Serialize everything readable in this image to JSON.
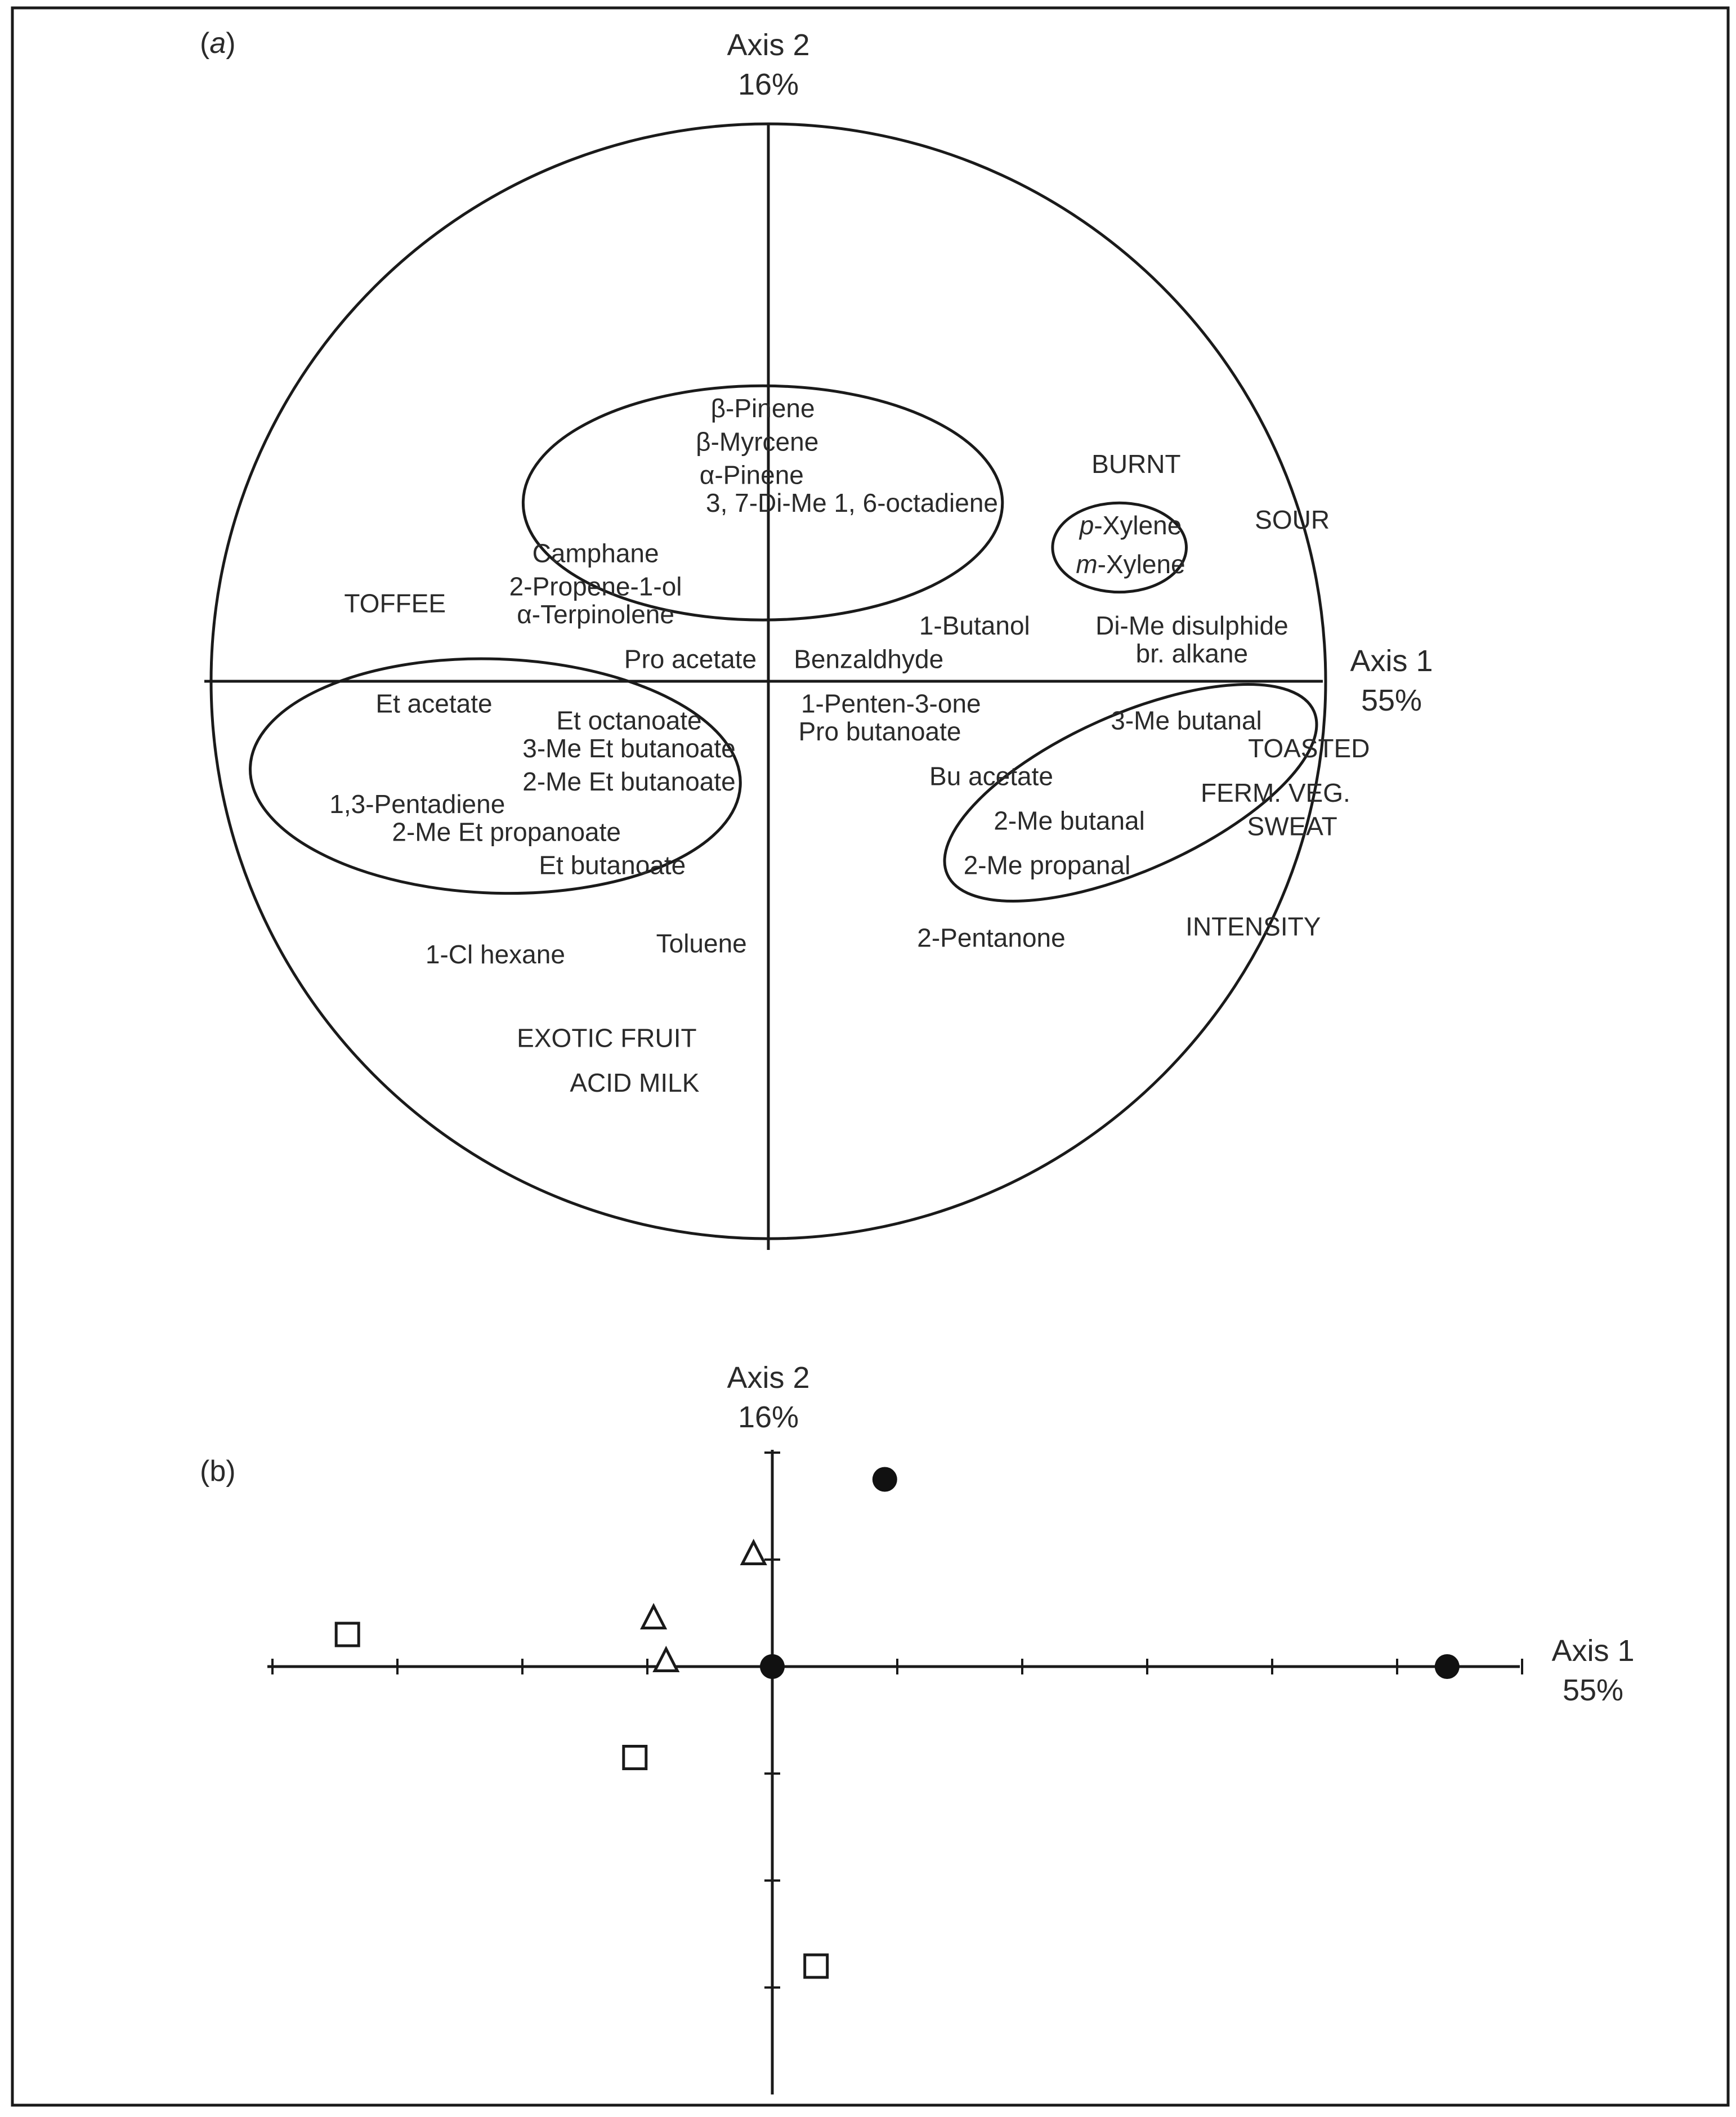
{
  "chart_data": [
    {
      "panel": "(a)",
      "type": "scatter",
      "axes": {
        "x": {
          "label": "Axis 1",
          "percent": "55%"
        },
        "y": {
          "label": "Axis 2",
          "percent": "16%"
        }
      },
      "labels": [
        {
          "text": "β-Pinene",
          "x": -0.01,
          "y": 0.49
        },
        {
          "text": "β-Myrcene",
          "x": -0.02,
          "y": 0.43
        },
        {
          "text": "α-Pinene",
          "x": -0.03,
          "y": 0.37
        },
        {
          "text": "3, 7-Di-Me 1, 6-octadiene",
          "x": 0.15,
          "y": 0.32
        },
        {
          "text": "Camphane",
          "x": -0.31,
          "y": 0.23
        },
        {
          "text": "2-Propene-1-ol",
          "x": -0.31,
          "y": 0.17
        },
        {
          "text": "α-Terpinolene",
          "x": -0.31,
          "y": 0.12
        },
        {
          "text": "TOFFEE",
          "x": -0.67,
          "y": 0.14
        },
        {
          "text": "Pro acetate",
          "x": -0.14,
          "y": 0.04
        },
        {
          "text": "Benzaldhyde",
          "x": 0.18,
          "y": 0.04
        },
        {
          "text": "1-Butanol",
          "x": 0.37,
          "y": 0.1
        },
        {
          "text": "BURNT",
          "x": 0.66,
          "y": 0.39
        },
        {
          "text": "SOUR",
          "x": 0.94,
          "y": 0.29
        },
        {
          "text": "p-Xylene",
          "x": 0.65,
          "y": 0.28
        },
        {
          "text": "m-Xylene",
          "x": 0.65,
          "y": 0.21
        },
        {
          "text": "Di-Me disulphide",
          "x": 0.76,
          "y": 0.1
        },
        {
          "text": "br. alkane",
          "x": 0.76,
          "y": 0.05
        },
        {
          "text": "Et acetate",
          "x": -0.6,
          "y": -0.04
        },
        {
          "text": "Et octanoate",
          "x": -0.25,
          "y": -0.07
        },
        {
          "text": "3-Me Et butanoate",
          "x": -0.25,
          "y": -0.12
        },
        {
          "text": "2-Me Et butanoate",
          "x": -0.25,
          "y": -0.18
        },
        {
          "text": "1,3-Pentadiene",
          "x": -0.63,
          "y": -0.22
        },
        {
          "text": "2-Me Et propanoate",
          "x": -0.47,
          "y": -0.27
        },
        {
          "text": "Et butanoate",
          "x": -0.28,
          "y": -0.33
        },
        {
          "text": "1-Penten-3-one",
          "x": 0.22,
          "y": -0.04
        },
        {
          "text": "Pro butanoate",
          "x": 0.2,
          "y": -0.09
        },
        {
          "text": "3-Me butanal",
          "x": 0.75,
          "y": -0.07
        },
        {
          "text": "TOASTED",
          "x": 0.97,
          "y": -0.12
        },
        {
          "text": "Bu acetate",
          "x": 0.4,
          "y": -0.17
        },
        {
          "text": "FERM. VEG.",
          "x": 0.91,
          "y": -0.2
        },
        {
          "text": "2-Me butanal",
          "x": 0.54,
          "y": -0.25
        },
        {
          "text": "SWEAT",
          "x": 0.94,
          "y": -0.26
        },
        {
          "text": "2-Me propanal",
          "x": 0.5,
          "y": -0.33
        },
        {
          "text": "2-Pentanone",
          "x": 0.4,
          "y": -0.46
        },
        {
          "text": "INTENSITY",
          "x": 0.87,
          "y": -0.44
        },
        {
          "text": "1-Cl hexane",
          "x": -0.49,
          "y": -0.49
        },
        {
          "text": "Toluene",
          "x": -0.12,
          "y": -0.47
        },
        {
          "text": "EXOTIC FRUIT",
          "x": -0.29,
          "y": -0.64
        },
        {
          "text": "ACID MILK",
          "x": -0.24,
          "y": -0.72
        }
      ],
      "ellipses": [
        {
          "center": [
            -0.01,
            0.32
          ],
          "radii": [
            0.43,
            0.21
          ],
          "contains": [
            "β-Pinene",
            "β-Myrcene",
            "α-Pinene",
            "3, 7-Di-Me 1, 6-octadiene",
            "Camphane",
            "2-Propene-1-ol",
            "α-Terpinolene"
          ]
        },
        {
          "center": [
            0.63,
            0.24
          ],
          "radii": [
            0.12,
            0.08
          ],
          "contains": [
            "p-Xylene",
            "m-Xylene"
          ]
        },
        {
          "center": [
            -0.49,
            -0.17
          ],
          "radii": [
            0.44,
            0.21
          ],
          "rotation_deg": 2,
          "contains": [
            "Et acetate",
            "Et octanoate",
            "3-Me Et butanoate",
            "2-Me Et butanoate",
            "1,3-Pentadiene",
            "2-Me Et propanoate",
            "Et butanoate"
          ]
        },
        {
          "center": [
            0.65,
            -0.2
          ],
          "radii": [
            0.36,
            0.14
          ],
          "rotation_deg": -24,
          "contains": [
            "3-Me butanal",
            "Bu acetate",
            "2-Me butanal",
            "2-Me propanal"
          ]
        }
      ]
    },
    {
      "panel": "(b)",
      "type": "scatter",
      "axes": {
        "x": {
          "label": "Axis 1",
          "percent": "55%"
        },
        "y": {
          "label": "Axis 2",
          "percent": "16%"
        }
      },
      "series": [
        {
          "marker": "square-open",
          "points": [
            [
              -3.4,
              0.3
            ],
            [
              -1.1,
              -0.85
            ],
            [
              0.35,
              -2.8
            ]
          ]
        },
        {
          "marker": "triangle-open",
          "points": [
            [
              -0.15,
              1.05
            ],
            [
              -0.95,
              0.45
            ],
            [
              -0.85,
              0.05
            ]
          ]
        },
        {
          "marker": "circle-filled",
          "points": [
            [
              0.9,
              1.75
            ],
            [
              0.0,
              0.0
            ],
            [
              5.4,
              0.0
            ]
          ]
        }
      ],
      "x_ticks": [
        -4,
        -3,
        -2,
        -1,
        0,
        1,
        2,
        3,
        4,
        5,
        6
      ],
      "y_ticks": [
        -3,
        -2,
        -1,
        0,
        1,
        2
      ]
    }
  ]
}
